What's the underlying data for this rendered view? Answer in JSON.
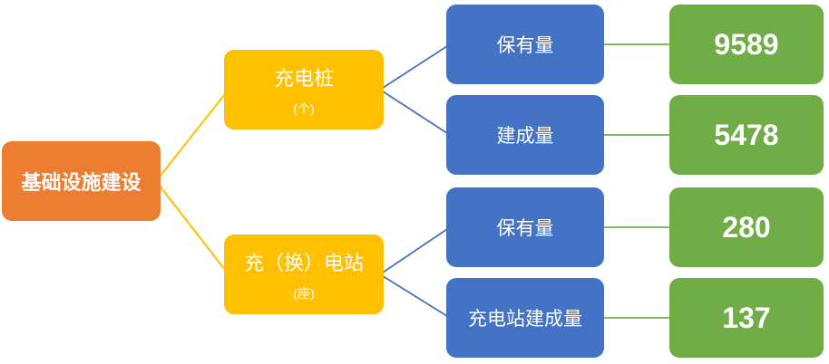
{
  "diagram": {
    "root": {
      "label": "基础设施建设"
    },
    "branches": [
      {
        "label": "充电桩",
        "unit": "(个)",
        "metrics": [
          {
            "label": "保有量",
            "value": "9589"
          },
          {
            "label": "建成量",
            "value": "5478"
          }
        ]
      },
      {
        "label": "充（换）电站",
        "unit": "(座)",
        "metrics": [
          {
            "label": "保有量",
            "value": "280"
          },
          {
            "label": "充电站建成量",
            "value": "137"
          }
        ]
      }
    ],
    "colors": {
      "root_fill": "#ED7D31",
      "branch_fill": "#FFC000",
      "metric_fill": "#4472C4",
      "value_fill": "#70AD47",
      "root_branch_line": "#FFC000",
      "branch_metric_line": "#4472C4",
      "metric_value_line": "#70AD47",
      "text": "#FFFFFF"
    }
  }
}
